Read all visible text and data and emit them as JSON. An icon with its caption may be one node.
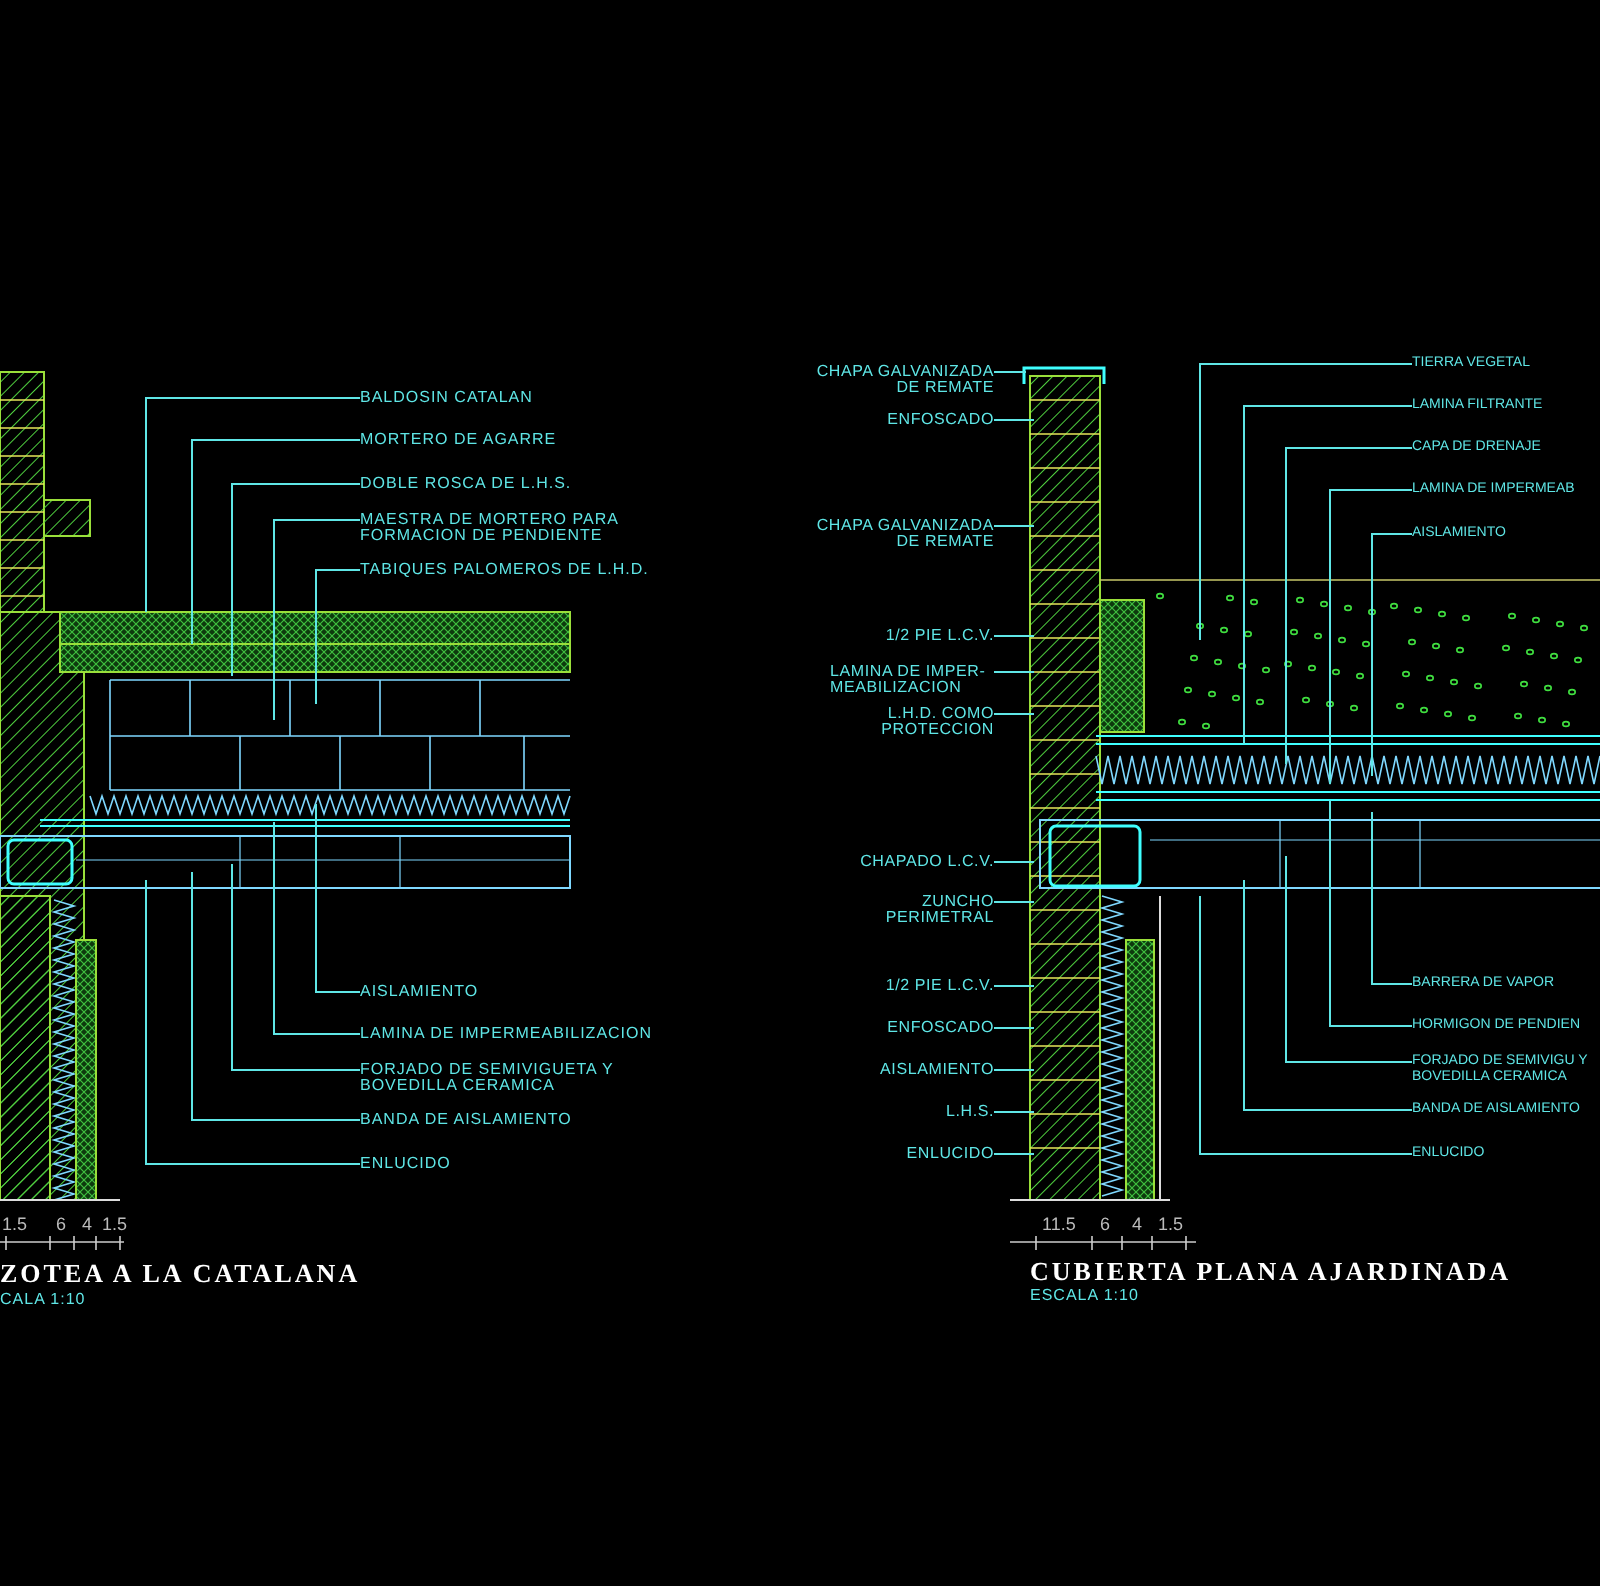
{
  "diagram": {
    "nodes": [
      {
        "text": [
          "BALDOSIN CATALAN"
        ]
      },
      {
        "text": [
          "MORTERO DE AGARRE"
        ]
      },
      {
        "text": [
          "DOBLE ROSCA DE L.H.S."
        ]
      },
      {
        "text": [
          "MAESTRA DE MORTERO PARA FORMACION DE PENDIENTE"
        ]
      },
      {
        "text": [
          "TABIQUES PALOMEROS DE L.H.D."
        ]
      },
      {
        "text": [
          "AISLAMIENTO"
        ]
      },
      {
        "text": [
          "LAMINA DE IMPERMEABILIZACION"
        ]
      },
      {
        "text": [
          "FORJADO DE SEMIVIGUETA Y BOVEDILLA CERAMICA"
        ]
      },
      {
        "text": [
          "BANDA DE AISLAMIENTO"
        ]
      },
      {
        "text": [
          "ENLUCIDO"
        ]
      },
      {
        "text": [
          "CHAPA GALVANIZADA DE REMATE"
        ]
      },
      {
        "text": [
          "ENFOSCADO"
        ]
      },
      {
        "text": [
          "CHAPA GALVANIZADA DE REMATE"
        ]
      },
      {
        "text": [
          "1/2 PIE L.C.V."
        ]
      },
      {
        "text": [
          "LAMINA DE IMPER-MEABILIZACION"
        ]
      },
      {
        "text": [
          "L.H.D. COMO PROTECCION"
        ]
      },
      {
        "text": [
          "CHAPADO L.C.V."
        ]
      },
      {
        "text": [
          "ZUNCHO PERIMETRAL"
        ]
      },
      {
        "text": [
          "1/2 PIE L.C.V."
        ]
      },
      {
        "text": [
          "ENFOSCADO"
        ]
      },
      {
        "text": [
          "AISLAMIENTO"
        ]
      },
      {
        "text": [
          "L.H.S."
        ]
      },
      {
        "text": [
          "ENLUCIDO"
        ]
      },
      {
        "text": [
          "TIERRA VEGETAL"
        ]
      },
      {
        "text": [
          "LAMINA FILTRANTE"
        ]
      },
      {
        "text": [
          "CAPA DE DRENAJE"
        ]
      },
      {
        "text": [
          "LAMINA DE IMPERMEAB"
        ]
      },
      {
        "text": [
          "AISLAMIENTO"
        ]
      },
      {
        "text": [
          "BARRERA DE VAPOR"
        ]
      },
      {
        "text": [
          "HORMIGON DE PENDIEN"
        ]
      },
      {
        "text": [
          "FORJADO DE SEMIVIGU Y BOVEDILLA CERAMICA"
        ]
      },
      {
        "text": [
          "BANDA DE AISLAMIENTO"
        ]
      },
      {
        "text": [
          "ENLUCIDO"
        ]
      }
    ],
    "edges": [
      {
        "from": 0,
        "to": null,
        "arrow": "none"
      },
      {
        "from": 1,
        "to": null,
        "arrow": "none"
      },
      {
        "from": 2,
        "to": null,
        "arrow": "none"
      },
      {
        "from": 3,
        "to": null,
        "arrow": "none"
      },
      {
        "from": 4,
        "to": null,
        "arrow": "none"
      },
      {
        "from": 5,
        "to": null,
        "arrow": "none"
      },
      {
        "from": 6,
        "to": null,
        "arrow": "none"
      },
      {
        "from": 7,
        "to": null,
        "arrow": "none"
      },
      {
        "from": 8,
        "to": null,
        "arrow": "none"
      },
      {
        "from": 9,
        "to": null,
        "arrow": "none"
      },
      {
        "from": 10,
        "to": null,
        "arrow": "none"
      },
      {
        "from": 11,
        "to": null,
        "arrow": "none"
      },
      {
        "from": 12,
        "to": null,
        "arrow": "none"
      },
      {
        "from": 13,
        "to": null,
        "arrow": "none"
      },
      {
        "from": 14,
        "to": null,
        "arrow": "none"
      },
      {
        "from": 15,
        "to": null,
        "arrow": "none"
      },
      {
        "from": 16,
        "to": null,
        "arrow": "none"
      },
      {
        "from": 17,
        "to": null,
        "arrow": "none"
      },
      {
        "from": 18,
        "to": null,
        "arrow": "none"
      },
      {
        "from": 19,
        "to": null,
        "arrow": "none"
      },
      {
        "from": 20,
        "to": null,
        "arrow": "none"
      },
      {
        "from": 21,
        "to": null,
        "arrow": "none"
      },
      {
        "from": 22,
        "to": null,
        "arrow": "none"
      },
      {
        "from": 23,
        "to": null,
        "arrow": "none"
      },
      {
        "from": 24,
        "to": null,
        "arrow": "none"
      },
      {
        "from": 25,
        "to": null,
        "arrow": "none"
      },
      {
        "from": 26,
        "to": null,
        "arrow": "none"
      },
      {
        "from": 27,
        "to": null,
        "arrow": "none"
      },
      {
        "from": 28,
        "to": null,
        "arrow": "none"
      },
      {
        "from": 29,
        "to": null,
        "arrow": "none"
      },
      {
        "from": 30,
        "to": null,
        "arrow": "none"
      },
      {
        "from": 31,
        "to": null,
        "arrow": "none"
      },
      {
        "from": 32,
        "to": null,
        "arrow": "none"
      }
    ],
    "labels": [
      "1.5",
      "6",
      "4",
      "1.5",
      "ZOTEA A LA CATALANA",
      "CALA 1:10",
      "11.5",
      "6",
      "4",
      "1.5",
      "CUBIERTA PLANA AJARDINADA",
      "ESCALA 1:10"
    ]
  }
}
